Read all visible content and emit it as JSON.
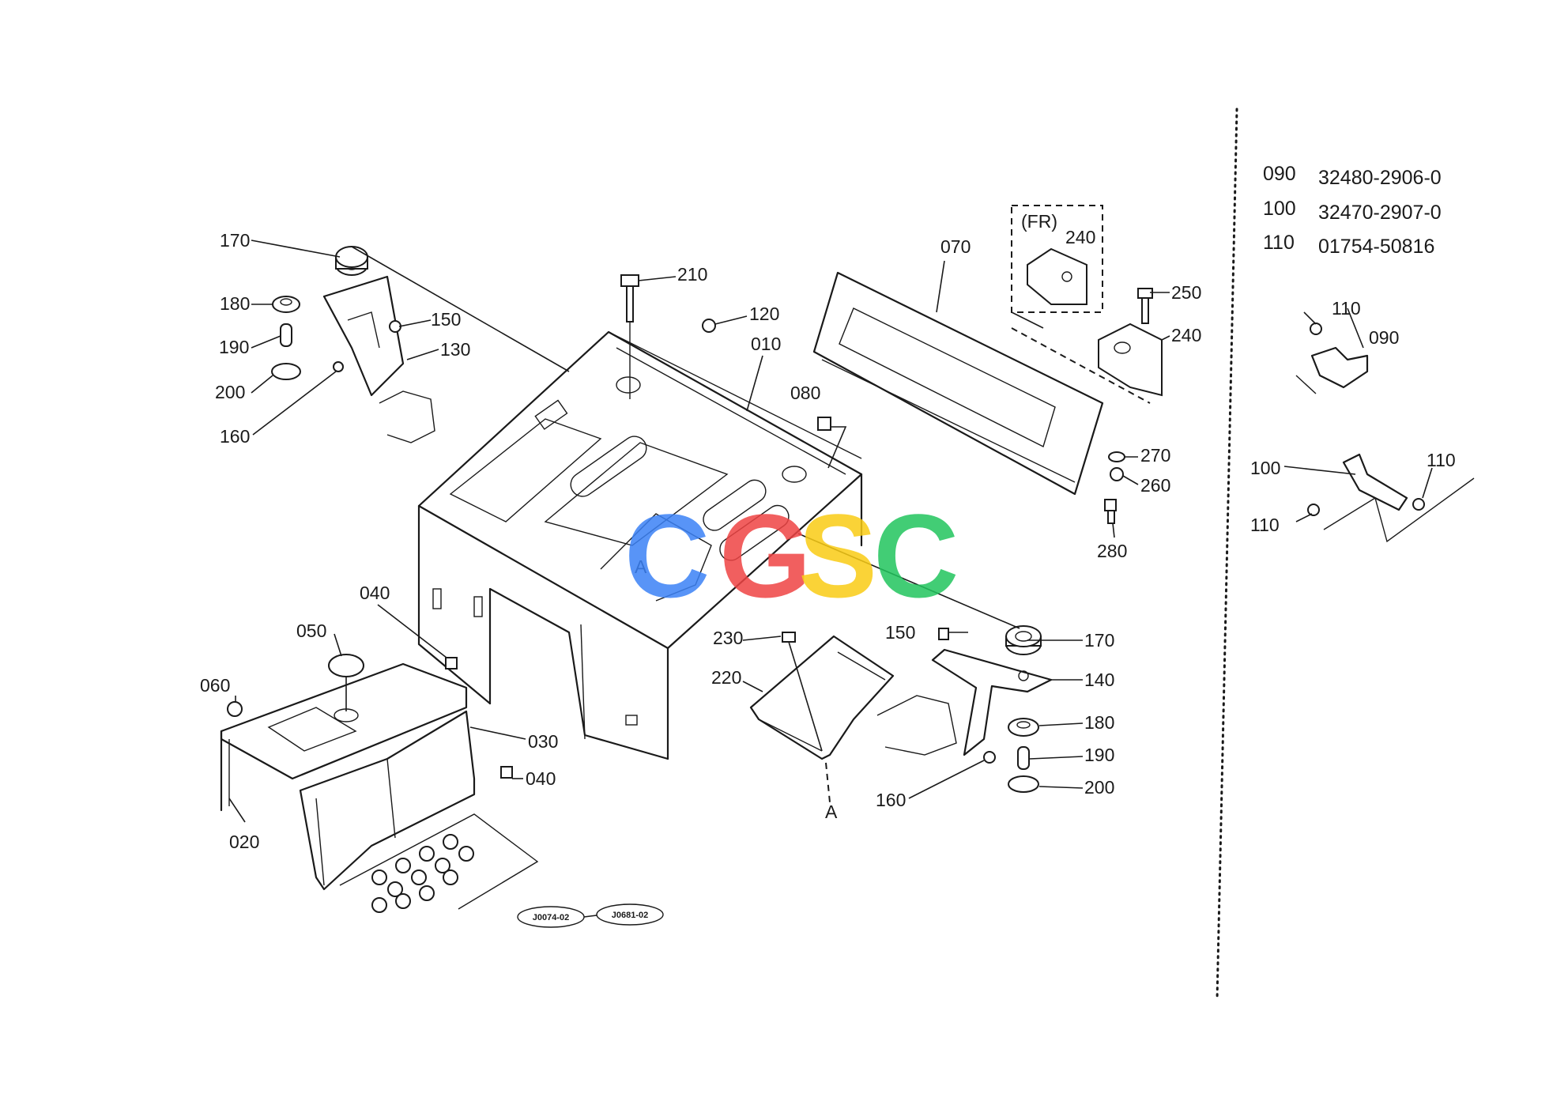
{
  "labels": {
    "p010": "010",
    "p020": "020",
    "p030": "030",
    "p040a": "040",
    "p040b": "040",
    "p050": "050",
    "p060": "060",
    "p070": "070",
    "p080": "080",
    "p120": "120",
    "p130": "130",
    "p140": "140",
    "p150a": "150",
    "p150b": "150",
    "p160a": "160",
    "p160b": "160",
    "p170a": "170",
    "p170b": "170",
    "p180a": "180",
    "p180b": "180",
    "p190a": "190",
    "p190b": "190",
    "p200a": "200",
    "p200b": "200",
    "p210": "210",
    "p220": "220",
    "p230": "230",
    "p240a": "240",
    "p240b": "240",
    "p250": "250",
    "p260": "260",
    "p270": "270",
    "p280": "280",
    "p090s": "090",
    "p100s": "100",
    "p110a": "110",
    "p110b": "110",
    "p110c": "110",
    "fr": "(FR)",
    "view_a1": "A",
    "view_a2": "A"
  },
  "parts_table": [
    {
      "ref": "090",
      "part_no": "32480-2906-0"
    },
    {
      "ref": "100",
      "part_no": "32470-2907-0"
    },
    {
      "ref": "110",
      "part_no": "01754-50816"
    }
  ],
  "ref_codes": [
    "J0074-02",
    "J0681-02"
  ],
  "watermark": {
    "text": "CGSC",
    "colors": [
      "#3b82f6",
      "#ef4444",
      "#facc15",
      "#22c55e"
    ]
  }
}
